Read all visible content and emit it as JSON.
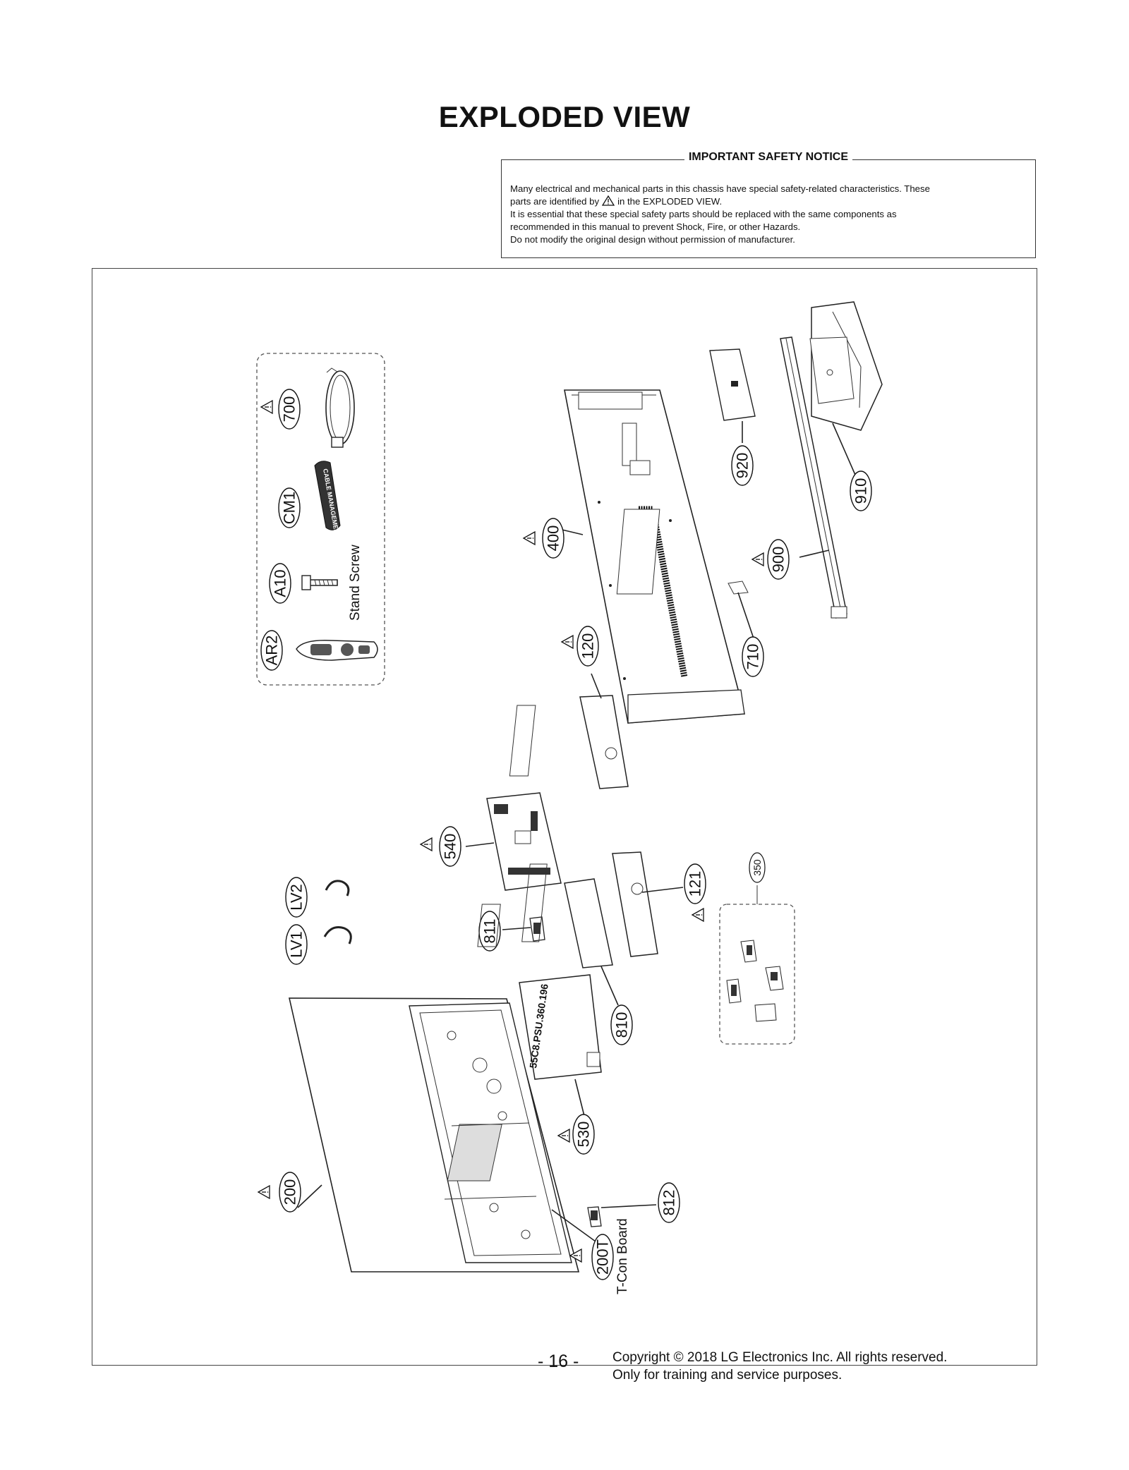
{
  "page": {
    "title": "EXPLODED VIEW",
    "page_number": "- 16 -"
  },
  "notice": {
    "title": "IMPORTANT SAFETY NOTICE",
    "line1": "Many electrical and mechanical parts in this chassis have special safety-related characteristics. These",
    "line2a": "parts are identified by",
    "line2b": "in the EXPLODED VIEW.",
    "line3": "It is essential that these special safety parts should be replaced with the same components as",
    "line4": "recommended in this manual to prevent Shock, Fire, or other Hazards.",
    "line5": "Do not modify the original design without permission of manufacturer."
  },
  "accessories": {
    "power_cord": "700",
    "cable_management": "CM1",
    "cable_management_text": "CABLE MANAGEMENT",
    "stand_screw": "A10",
    "stand_screw_caption": "Stand Screw",
    "remote": "AR2"
  },
  "parts": {
    "back_cover": "400",
    "speaker_left": "120",
    "speaker_right": "121",
    "cover_920": "920",
    "stand_body": "910",
    "stand_base": "900",
    "cover_710": "710",
    "main_board": "540",
    "lvds_2": "LV2",
    "lvds_1": "LV1",
    "board_811": "811",
    "bracket_810": "810",
    "group_350": "350",
    "psu": "530",
    "psu_model": "55C8.PSU.360.196",
    "panel": "200",
    "tcon": "200T",
    "tcon_caption": "T-Con Board",
    "board_812": "812"
  },
  "footer": {
    "copyright": "Copyright © 2018 LG Electronics Inc. All rights reserved.",
    "training": "Only for training and service purposes."
  }
}
